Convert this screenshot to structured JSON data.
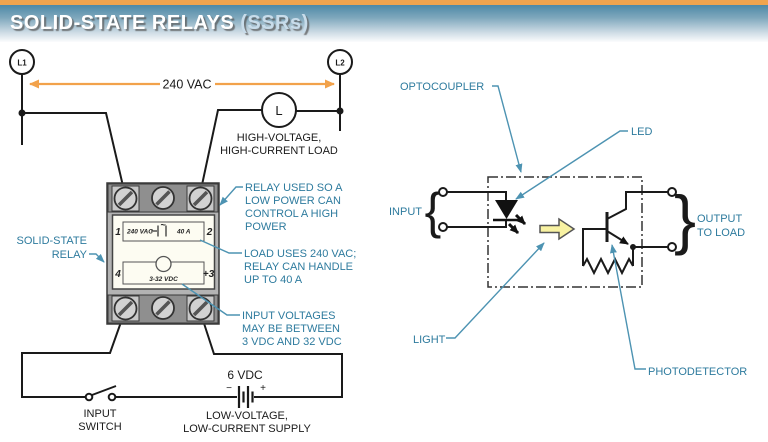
{
  "header": {
    "title": "SOLID-STATE RELAYS",
    "title_paren": "(SSRs)"
  },
  "colors": {
    "header_orange": "#efa44e",
    "header_blue": "#4d89a6",
    "callout_teal": "#2e7b9e",
    "arrow_orange": "#f2a24b",
    "light_arrow_yellow": "#f8f2a2"
  },
  "left": {
    "terminal_l1": "L1",
    "terminal_l2": "L2",
    "voltage_span": "240 VAC",
    "load_symbol": "L",
    "load_label": [
      "HIGH-VOLTAGE,",
      "HIGH-CURRENT LOAD"
    ],
    "relay_label": [
      "SOLID-STATE",
      "RELAY"
    ],
    "relay": {
      "pin1": "1",
      "pin2": "2",
      "pin4": "4",
      "pin3": "+3",
      "rating_voltage": "240 VAC",
      "rating_tilde": "~",
      "rating_current": "40 A",
      "input_range": "3-32 VDC"
    },
    "callout_power": [
      "RELAY USED SO A",
      "LOW POWER CAN",
      "CONTROL A HIGH",
      "POWER"
    ],
    "callout_load": [
      "LOAD USES 240 VAC;",
      "RELAY CAN HANDLE",
      "UP TO 40 A"
    ],
    "callout_input": [
      "INPUT VOLTAGES",
      "MAY BE BETWEEN",
      "3 VDC AND 32 VDC"
    ],
    "switch_label": [
      "INPUT",
      "SWITCH"
    ],
    "battery": {
      "voltage": "6 VDC",
      "minus": "−",
      "plus": "+"
    },
    "supply_label": [
      "LOW-VOLTAGE,",
      "LOW-CURRENT SUPPLY"
    ]
  },
  "right": {
    "optocoupler_label": "OPTOCOUPLER",
    "led_label": "LED",
    "input_label": "INPUT",
    "input_brace": "{",
    "output_brace": "}",
    "output_label": [
      "OUTPUT",
      "TO LOAD"
    ],
    "light_label": "LIGHT",
    "photodetector_label": "PHOTODETECTOR"
  }
}
